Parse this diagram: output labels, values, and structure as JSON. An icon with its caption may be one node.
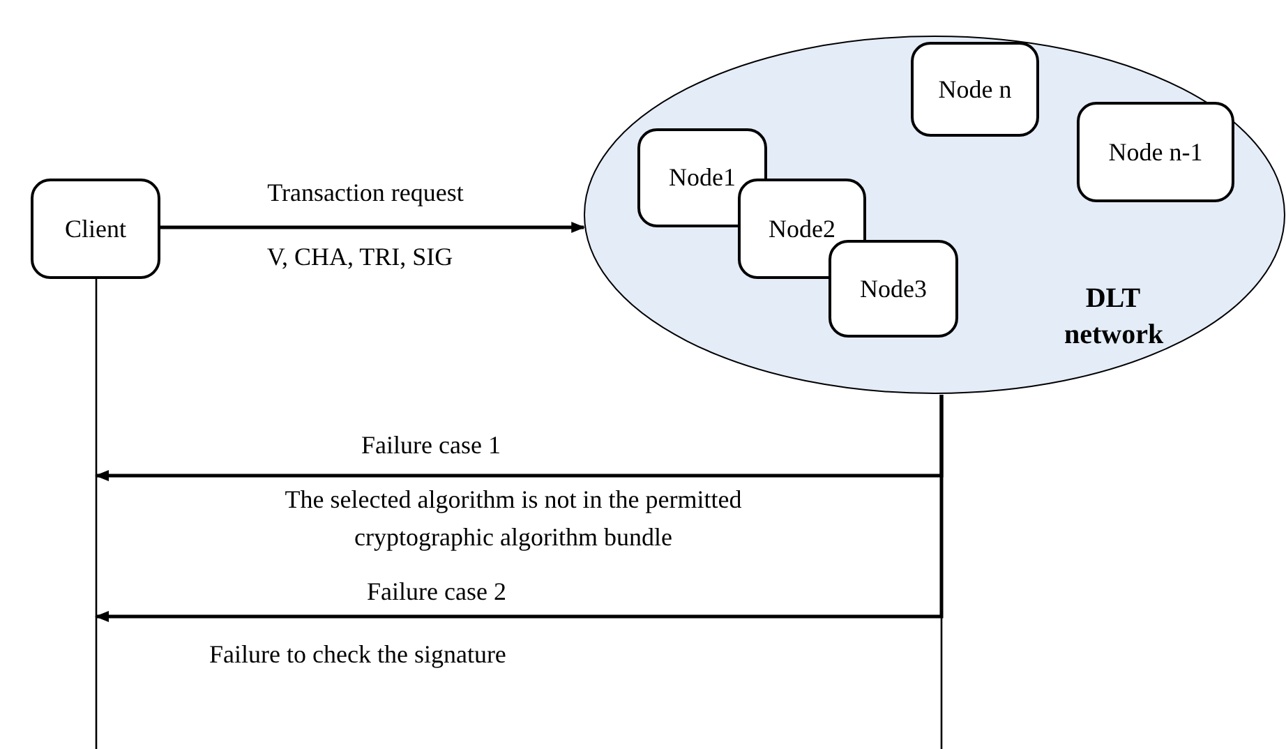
{
  "diagram": {
    "nodes": [
      {
        "text": [
          "Client"
        ]
      },
      {
        "text": [
          "DLT network"
        ]
      },
      {
        "text": [
          "Node n"
        ],
        "in": 1
      },
      {
        "text": [
          "Node n-1"
        ],
        "in": 1
      },
      {
        "text": [
          "Node1"
        ],
        "in": 1
      },
      {
        "text": [
          "Node2"
        ],
        "in": 1
      },
      {
        "text": [
          "Node3"
        ],
        "in": 1
      }
    ],
    "edges": [
      {
        "from": 0,
        "to": 1,
        "arrow": "to",
        "label": "Transaction request"
      },
      {
        "from": 0,
        "to": null,
        "arrow": "none"
      },
      {
        "from": 1,
        "to": null,
        "arrow": "none"
      },
      {
        "from": 1,
        "to": null,
        "arrow": "to",
        "label": "Failure case 1"
      },
      {
        "from": 1,
        "to": null,
        "arrow": "to",
        "label": "Failure case 2"
      }
    ],
    "labels": [
      "V, CHA, TRI,  SIG",
      "The selected algorithm is not in the permitted cryptographic algorithm bundle",
      "Failure to check the signature"
    ]
  }
}
